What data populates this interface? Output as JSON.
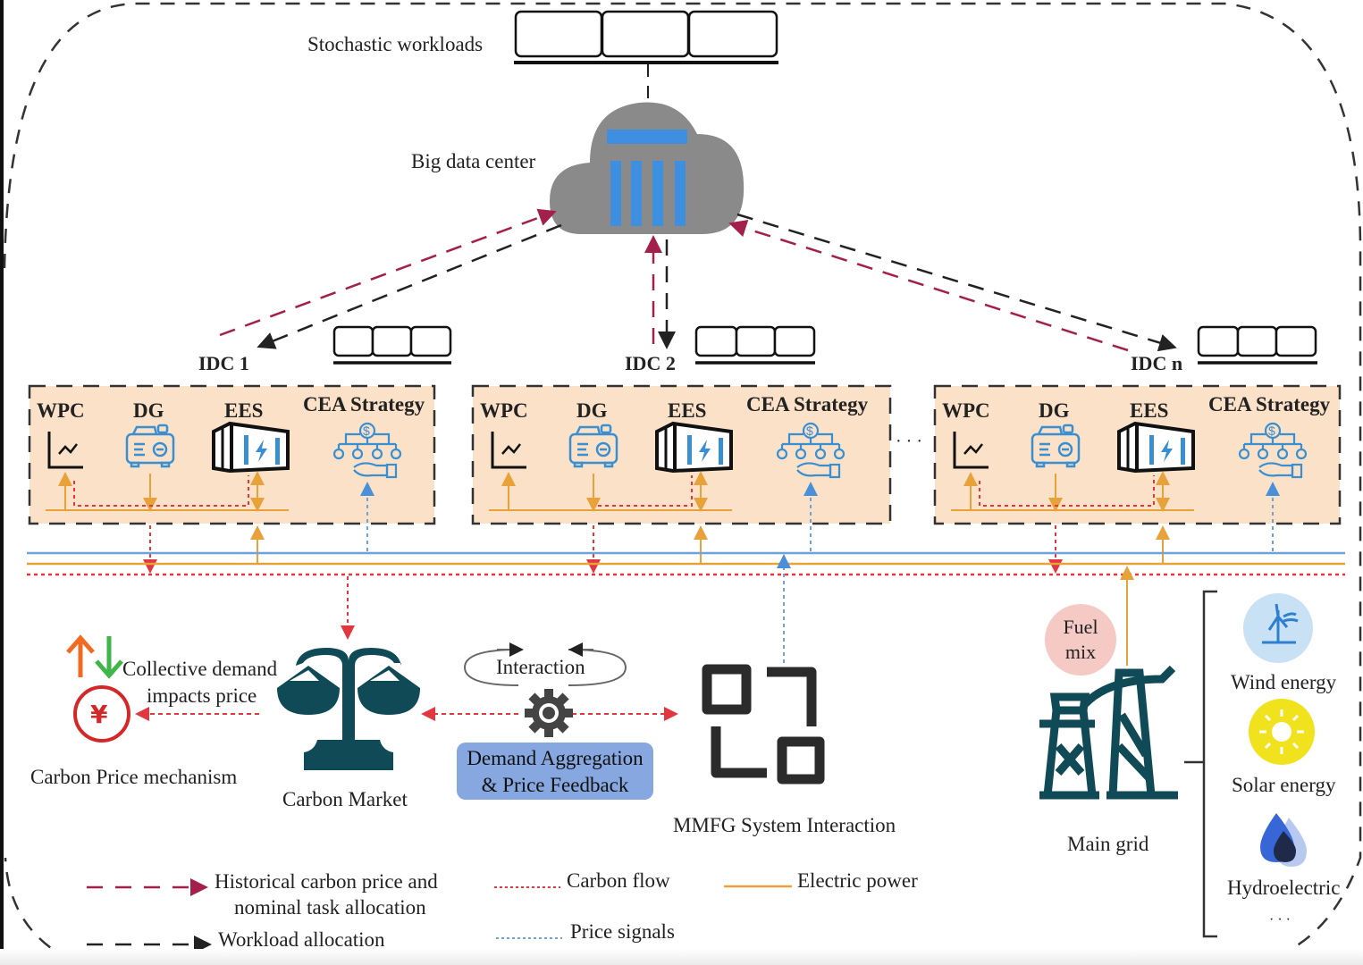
{
  "top": {
    "workloads_label": "Stochastic workloads",
    "cloud_label": "Big data center"
  },
  "idcs": [
    {
      "name": "IDC 1",
      "components": [
        "WPC",
        "DG",
        "EES",
        "CEA Strategy"
      ]
    },
    {
      "name": "IDC 2",
      "components": [
        "WPC",
        "DG",
        "EES",
        "CEA Strategy"
      ]
    },
    {
      "name": "IDC n",
      "components": [
        "WPC",
        "DG",
        "EES",
        "CEA Strategy"
      ]
    }
  ],
  "ellipsis": "· · ·",
  "market": {
    "price_mechanism_label": "Carbon Price mechanism",
    "collective_line1": "Collective demand",
    "collective_line2": "impacts price",
    "carbon_market_label": "Carbon Market",
    "interaction_label": "Interaction",
    "aggregation_line1": "Demand Aggregation",
    "aggregation_line2": "& Price Feedback",
    "mmfg_label": "MMFG System Interaction",
    "currency_symbol": "¥"
  },
  "grid": {
    "fuel_line1": "Fuel",
    "fuel_line2": "mix",
    "main_grid_label": "Main grid",
    "sources": [
      "Wind energy",
      "Solar energy",
      "Hydroelectric"
    ],
    "more": "· · ·"
  },
  "legend": {
    "historical_line1": "Historical carbon price and",
    "historical_line2": "nominal task allocation",
    "workload": "Workload allocation",
    "carbon_flow": "Carbon flow",
    "price_signals": "Price signals",
    "electric_power": "Electric power"
  },
  "colors": {
    "historical": "#a3204b",
    "workload": "#222222",
    "carbon_flow": "#e2373f",
    "price_signal": "#4a90d9",
    "electric_power": "#e8a23a",
    "idc_fill": "#fbe1c8",
    "icon_blue": "#3a8fd0",
    "dark_teal": "#0f4a56",
    "cloud_gray": "#888888"
  }
}
